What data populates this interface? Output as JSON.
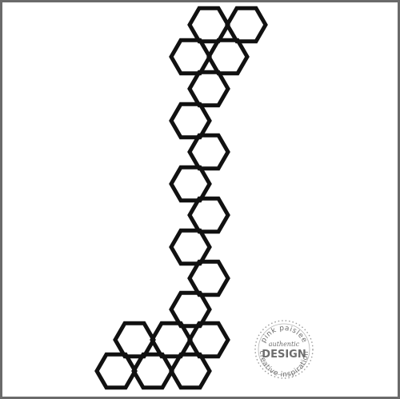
{
  "design": {
    "shape": "honeycomb-border-stencil",
    "stroke_color": "#111111",
    "background_color": "#ffffff",
    "frame_color": "#6b6b6b"
  },
  "watermark": {
    "top_arc": "pink paislee",
    "bottom_arc": "creative inspiration",
    "script_word": "authentic",
    "main_word": "DESIGN",
    "color": "#6e6e6e"
  }
}
